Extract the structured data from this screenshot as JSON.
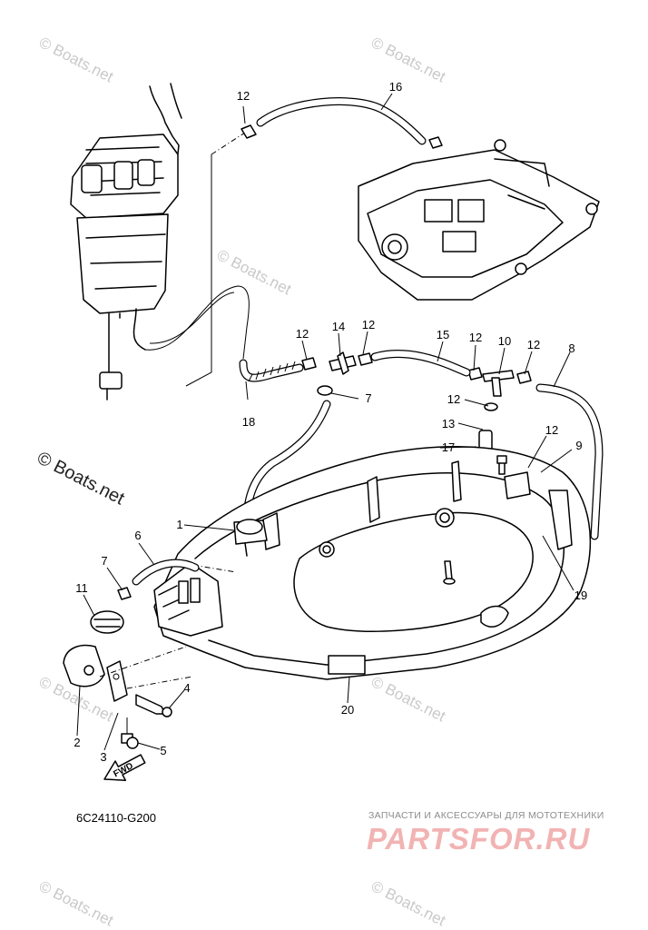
{
  "watermark": {
    "small_text": "© Boats.net",
    "main_text": "© Boats.net"
  },
  "diagram_code": "6C24110-G200",
  "brand": {
    "tagline": "ЗАПЧАСТИ И АКСЕССУАРЫ ДЛЯ МОТОТЕХНИКИ",
    "logo_text": "PARTSFOR.RU"
  },
  "fwd_label": "FWD",
  "callouts": [
    "1",
    "2",
    "3",
    "4",
    "5",
    "6",
    "7",
    "7",
    "8",
    "9",
    "10",
    "11",
    "12",
    "12",
    "12",
    "12",
    "12",
    "12",
    "12",
    "13",
    "14",
    "15",
    "16",
    "17",
    "18",
    "19",
    "20"
  ],
  "colors": {
    "line": "#000000",
    "watermark": "#c9c9c9",
    "brand_logo": "#f2b3b3",
    "brand_tag": "#8c8c8c"
  }
}
